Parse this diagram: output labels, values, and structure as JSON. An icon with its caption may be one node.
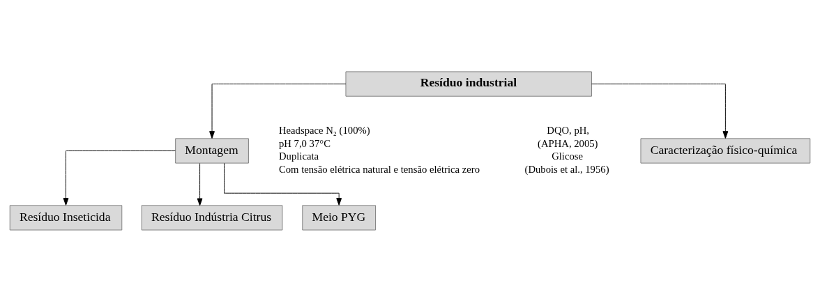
{
  "diagram": {
    "nodes": [
      {
        "text": [
          "Resíduo industrial"
        ]
      },
      {
        "text": [
          "Caracterização físico-química"
        ],
        "beside": [
          "DQO, pH,",
          "(APHA, 2005)",
          "Glicose",
          "(Dubois et al., 1956)"
        ]
      },
      {
        "text": [
          "Montagem"
        ],
        "beside": [
          "Headspace N₂ (100%)",
          "pH 7,0 37°C",
          "Duplicata",
          "Com tensão elétrica natural e tensão elétrica zero"
        ]
      },
      {
        "text": [
          "Resíduo Inseticida"
        ]
      },
      {
        "text": [
          "Resíduo Indústria Citrus"
        ]
      },
      {
        "text": [
          "Meio PYG"
        ]
      }
    ],
    "edges": [
      {
        "from": 0,
        "to": 1,
        "arrow": "to"
      },
      {
        "from": 0,
        "to": 2,
        "arrow": "to"
      },
      {
        "from": 2,
        "to": 3,
        "arrow": "to"
      },
      {
        "from": 2,
        "to": 4,
        "arrow": "to"
      },
      {
        "from": 2,
        "to": 5,
        "arrow": "to"
      }
    ]
  }
}
